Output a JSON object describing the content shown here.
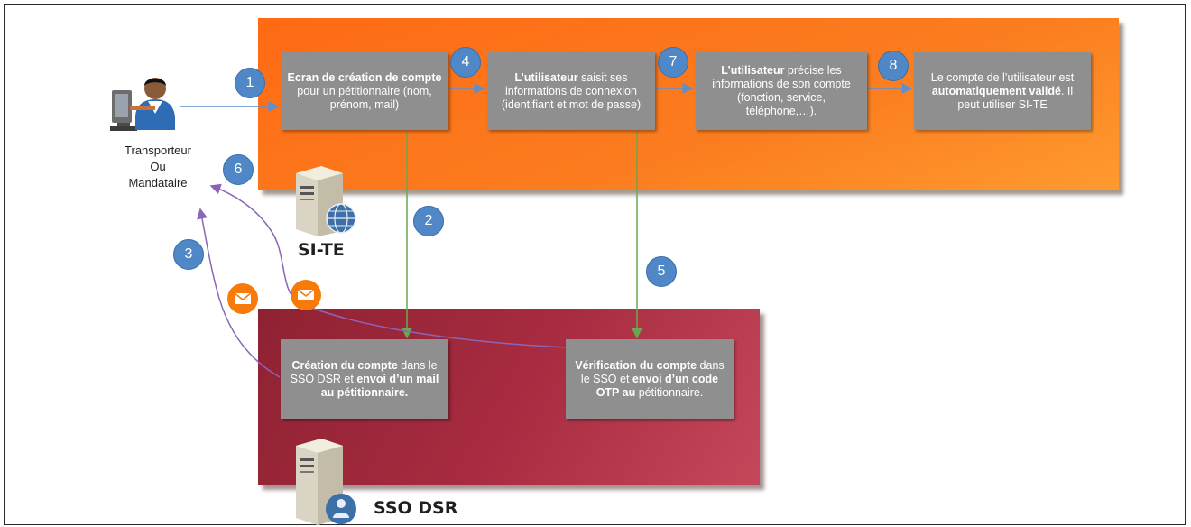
{
  "actor": {
    "label_line1": "Transporteur",
    "label_line2": "Ou",
    "label_line3": "Mandataire"
  },
  "servers": {
    "site_label": "SI-TE",
    "sso_label": "SSO DSR"
  },
  "badges": [
    "1",
    "2",
    "3",
    "4",
    "5",
    "6",
    "7",
    "8"
  ],
  "steps": {
    "s1": {
      "bold": "Ecran de création de compte",
      "rest": " pour un pétitionnaire (nom, prénom, mail)"
    },
    "s4": {
      "bold": "L’utilisateur",
      "rest": " saisit ses informations de connexion (identifiant et mot de passe)"
    },
    "s7": {
      "bold": "L’utilisateur",
      "rest": " précise les informations de son compte (fonction, service, téléphone,…)."
    },
    "s8": {
      "pre": "Le compte de l’utilisateur est ",
      "bold": "automatiquement validé",
      "rest": ". Il peut utiliser SI-TE"
    },
    "s2": {
      "bold1": "Création du compte",
      "mid": " dans le SSO DSR et ",
      "bold2": "envoi d’un mail au pétitionnaire."
    },
    "s5": {
      "bold1": "Vérification du compte",
      "mid": " dans le SSO et ",
      "bold2": "envoi d’un code OTP au",
      "rest": " pétitionnaire."
    }
  },
  "colors": {
    "orange_zone": "#fb7d1f",
    "red_zone": "#a72b40",
    "badge": "#4f87c7",
    "arrow_blue": "#5b8fd0",
    "arrow_green": "#6aa84f",
    "arrow_purple": "#8b65b7",
    "mail": "#f77a0a"
  }
}
